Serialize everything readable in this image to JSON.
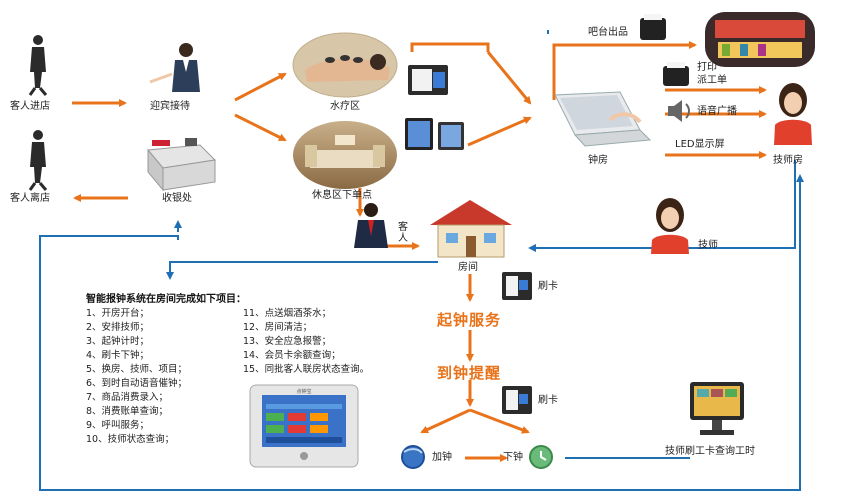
{
  "nodes": {
    "guest_arrive": "客人进店",
    "reception": "迎宾接待",
    "guest_leave": "客人离店",
    "cashier": "收银处",
    "spa": "水疗区",
    "lounge": "休息区下单点",
    "guest": "客人",
    "room": "房间",
    "front_desk": "钟房",
    "tech_room": "技师房",
    "technician": "技师",
    "bar": "吧台出品",
    "print_ticket_line1": "打印",
    "print_ticket_line2": "派工单",
    "voice": "语音广播",
    "led": "LED显示屏",
    "swipe1": "刷卡",
    "swipe2": "刷卡",
    "start_service": "起钟服务",
    "end_reminder": "到钟提醒",
    "add_time": "加钟",
    "end_time": "下钟",
    "terminal": "技师刷工卡查询工时"
  },
  "features": {
    "title": "智能报钟系统在房间完成如下项目：",
    "col1": [
      "1、开房开台；",
      "2、安排技师；",
      "3、起钟计时；",
      "4、刷卡下钟；",
      "5、换房、技师、项目；",
      "6、到时自动语音催钟；",
      "7、商品消费录入；",
      "8、消费账单查询；",
      "9、呼叫服务；",
      "10、技师状态查询；"
    ],
    "col2": [
      "11、点送烟酒茶水；",
      "12、房间清洁；",
      "13、安全应急报警；",
      "14、会员卡余额查询；",
      "15、同批客人联房状态查询。"
    ]
  },
  "device": {
    "brand": "点钟宝"
  },
  "colors": {
    "arrow": "#e8731a",
    "line": "#1f6fb5"
  }
}
